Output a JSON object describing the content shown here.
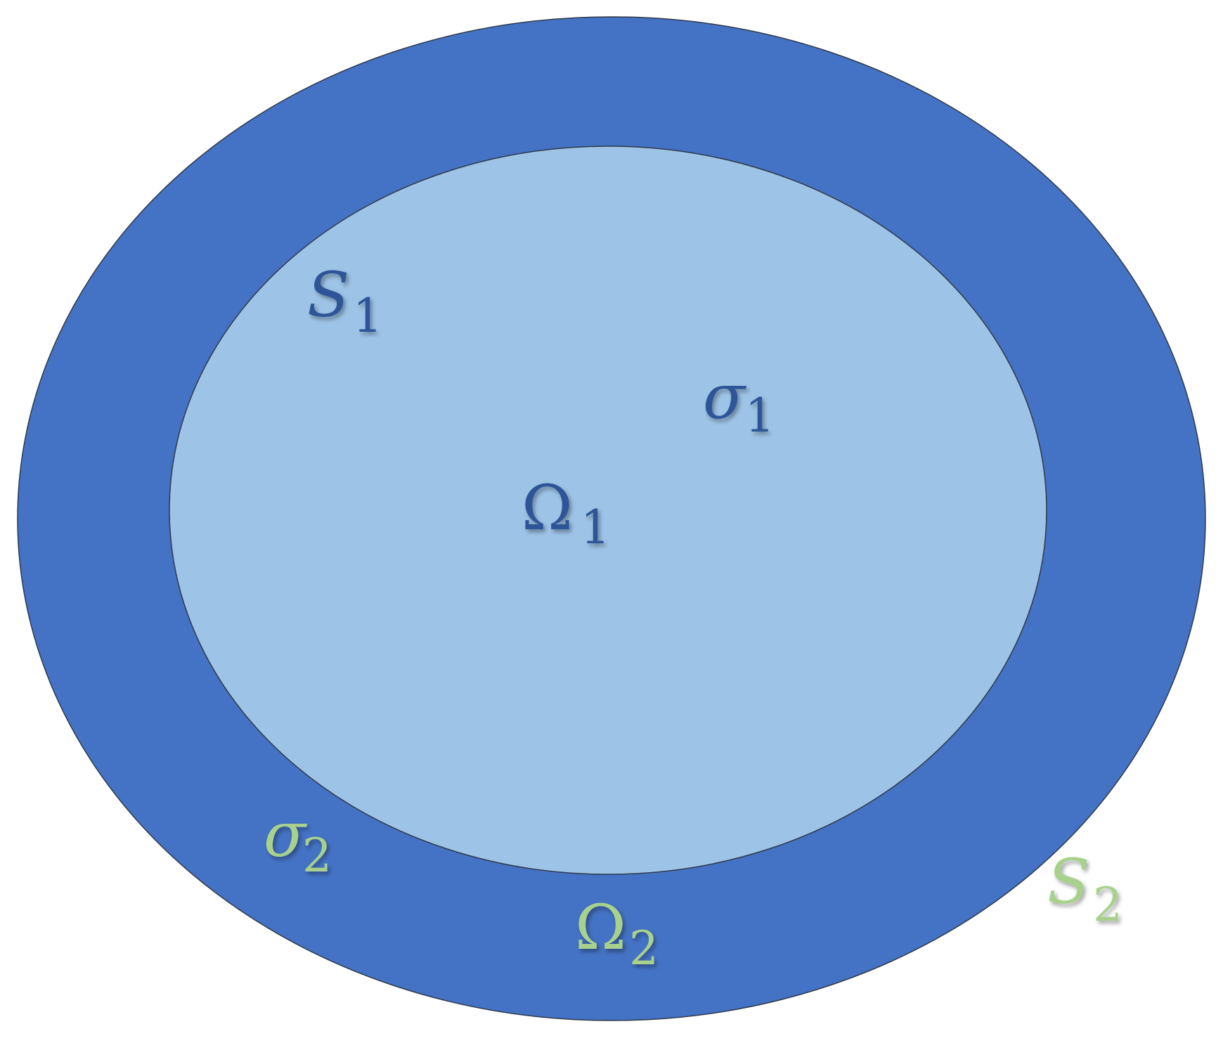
{
  "colors": {
    "background": "#ffffff",
    "outer_region": "#4472c4",
    "inner_region": "#9dc3e6",
    "outline": "#2f3a4a",
    "inner_label": "#2f5597",
    "outer_label": "#a9d18e"
  },
  "labels": {
    "S1": {
      "base": "S",
      "sub": "1"
    },
    "sigma1": {
      "base": "σ",
      "sub": "1"
    },
    "Omega1": {
      "base": "Ω",
      "sub": "1"
    },
    "sigma2": {
      "base": "σ",
      "sub": "2"
    },
    "Omega2": {
      "base": "Ω",
      "sub": "2"
    },
    "S2": {
      "base": "S",
      "sub": "2"
    }
  }
}
